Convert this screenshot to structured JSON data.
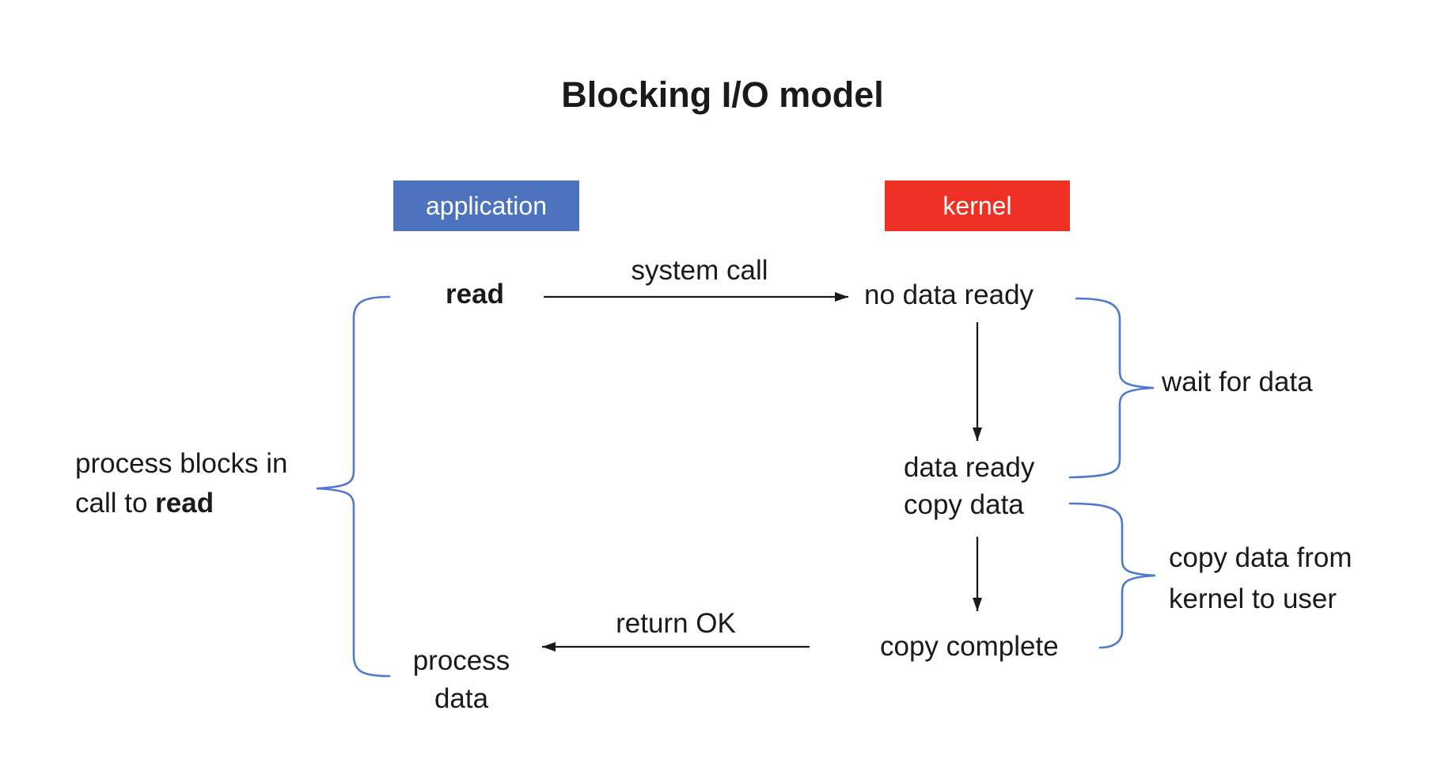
{
  "diagram": {
    "title": "Blocking I/O model",
    "lanes": {
      "application": "application",
      "kernel": "kernel"
    },
    "nodes": {
      "read": "read",
      "no_data_ready": "no data ready",
      "data_ready": "data ready",
      "copy_data": "copy data",
      "copy_complete": "copy complete",
      "process_data_line1": "process",
      "process_data_line2": "data"
    },
    "arrow_labels": {
      "system_call": "system call",
      "return_ok": "return OK"
    },
    "annotations": {
      "process_blocks_line1": "process blocks in",
      "process_blocks_line2_prefix": "call to ",
      "process_blocks_line2_bold": "read",
      "wait_for_data": "wait for data",
      "copy_kernel_line1": "copy data from",
      "copy_kernel_line2": "kernel to user"
    }
  },
  "colors": {
    "background": "#FFFFFF",
    "application_box": "#4D73BE",
    "kernel_box": "#EE3124",
    "box_text": "#FFFFFF",
    "text": "#1A1A1A",
    "arrow": "#1A1A1A",
    "brace": "#4E79CD"
  }
}
